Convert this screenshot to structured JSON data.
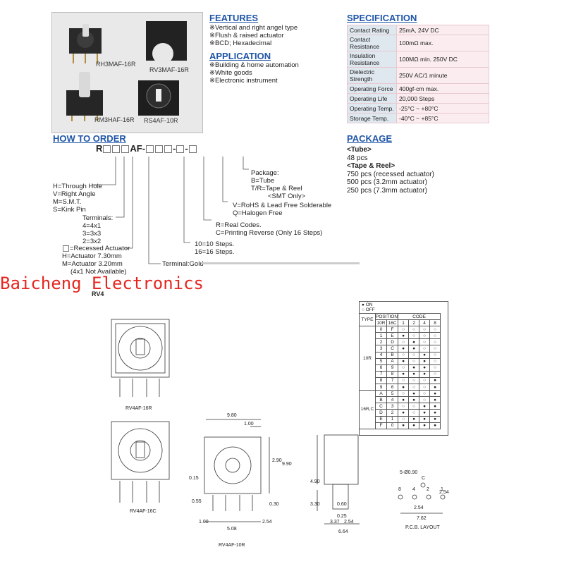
{
  "photos": {
    "captions": [
      "RH3MAF-16R",
      "RV3MAF-16R",
      "RM3HAF-16R",
      "RS4AF-10R"
    ]
  },
  "features": {
    "title": "FEATURES",
    "items": [
      "Vertical and right angel type",
      "Flush & raised actuator",
      "BCD; Hexadecimal"
    ]
  },
  "application": {
    "title": "APPLICATION",
    "items": [
      "Building & home automation",
      "White goods",
      "Electronic instrument"
    ]
  },
  "specification": {
    "title": "SPECIFICATION",
    "rows": [
      {
        "k": "Contact Rating",
        "v": "25mA, 24V DC"
      },
      {
        "k": "Contact Resistance",
        "v": "100mΩ max."
      },
      {
        "k": "Insulation Resistance",
        "v": "100MΩ min. 250V DC"
      },
      {
        "k": "Dielectric Strength",
        "v": "250V AC/1 minute"
      },
      {
        "k": "Operating Force",
        "v": "400gf-cm max."
      },
      {
        "k": "Operating Life",
        "v": "20,000 Steps"
      },
      {
        "k": "Operating Temp.",
        "v": "-25°C ~ +80°C"
      },
      {
        "k": "Storage Temp.",
        "v": "-40°C ~ +85°C"
      }
    ]
  },
  "how_to_order": {
    "title": "HOW TO ORDER",
    "prefix": "R",
    "mid": "AF-",
    "package_lines": [
      "Package:",
      "B=Tube",
      "T/R=Tape & Reel",
      "<SMT Only>"
    ],
    "rohs_lines": [
      "V=RoHS & Lead Free Solderable",
      "Q=Halogen Free"
    ],
    "codes_lines": [
      "R=Real Codes.",
      "C=Printing Reverse (Only 16 Steps)"
    ],
    "steps_lines": [
      "10=10 Steps.",
      "16=16 Steps."
    ],
    "terminal_gold": "Terminal:Gold",
    "actuator_lines": [
      "=Recessed Actuator",
      "H=Actuator 7.30mm",
      "M=Actuator 3.20mm",
      "(4x1 Not Available)"
    ],
    "terminals_lines": [
      "Terminals:",
      "4=4x1",
      "3=3x3",
      "2=3x2"
    ],
    "mount_lines": [
      "H=Through Hole",
      "V=Right Angle",
      "M=S.M.T.",
      "S=Kink Pin"
    ]
  },
  "package": {
    "title": "PACKAGE",
    "tube_label": "<Tube>",
    "tube_qty": "48 pcs",
    "reel_label": "<Tape & Reel>",
    "reel_lines": [
      "750 pcs (recessed actuator)",
      "500 pcs (3.2mm actuator)",
      "250 pcs (7.3mm actuator)"
    ]
  },
  "watermark": "Baicheng Electronics",
  "series_label": "RV4",
  "drawing": {
    "label_16r": "RV4AF-16R",
    "label_16c": "RV4AF-16C",
    "label_10r": "RV4AF-10R",
    "pcb_layout": "P.C.B. LAYOUT",
    "dims": [
      "9.80",
      "1.00",
      "2.90",
      "9.90",
      "0.15",
      "0.55",
      "0.30",
      "1.00",
      "5.08",
      "2.54",
      "4.90",
      "3.30",
      "0.60",
      "0.25",
      "3.37",
      "2.54",
      "6.64",
      "5-Ø0.90",
      "2.54",
      "2.54",
      "7.62",
      "C",
      "8",
      "4",
      "2",
      "1"
    ]
  },
  "code_table": {
    "legend_on": "● ON",
    "legend_off": "○ OFF",
    "headers": {
      "type": "TYPE",
      "position": "POSITION",
      "code": "CODE",
      "c10": "10R",
      "c16": "16C",
      "bits": [
        "1",
        "2",
        "4",
        "8"
      ]
    },
    "group_10r": "10R",
    "group_16rc": "16R,C",
    "rows": [
      {
        "p": "0",
        "c": "F",
        "b": [
          "○",
          "○",
          "○",
          "○"
        ]
      },
      {
        "p": "1",
        "c": "E",
        "b": [
          "●",
          "○",
          "○",
          "○"
        ]
      },
      {
        "p": "2",
        "c": "D",
        "b": [
          "○",
          "●",
          "○",
          "○"
        ]
      },
      {
        "p": "3",
        "c": "C",
        "b": [
          "●",
          "●",
          "○",
          "○"
        ]
      },
      {
        "p": "4",
        "c": "B",
        "b": [
          "○",
          "○",
          "●",
          "○"
        ]
      },
      {
        "p": "5",
        "c": "A",
        "b": [
          "●",
          "○",
          "●",
          "○"
        ]
      },
      {
        "p": "6",
        "c": "9",
        "b": [
          "○",
          "●",
          "●",
          "○"
        ]
      },
      {
        "p": "7",
        "c": "8",
        "b": [
          "●",
          "●",
          "●",
          "○"
        ]
      },
      {
        "p": "8",
        "c": "7",
        "b": [
          "○",
          "○",
          "○",
          "●"
        ]
      },
      {
        "p": "9",
        "c": "6",
        "b": [
          "●",
          "○",
          "○",
          "●"
        ]
      },
      {
        "p": "A",
        "c": "5",
        "b": [
          "○",
          "●",
          "○",
          "●"
        ]
      },
      {
        "p": "B",
        "c": "4",
        "b": [
          "●",
          "●",
          "○",
          "●"
        ]
      },
      {
        "p": "C",
        "c": "3",
        "b": [
          "○",
          "○",
          "●",
          "●"
        ]
      },
      {
        "p": "D",
        "c": "2",
        "b": [
          "●",
          "○",
          "●",
          "●"
        ]
      },
      {
        "p": "E",
        "c": "1",
        "b": [
          "○",
          "●",
          "●",
          "●"
        ]
      },
      {
        "p": "F",
        "c": "0",
        "b": [
          "●",
          "●",
          "●",
          "●"
        ]
      }
    ]
  },
  "colors": {
    "accent": "#1f55a8",
    "watermark": "#e52620",
    "spec_key_bg": "#dfe7ef",
    "spec_val_bg": "#fbecef"
  }
}
